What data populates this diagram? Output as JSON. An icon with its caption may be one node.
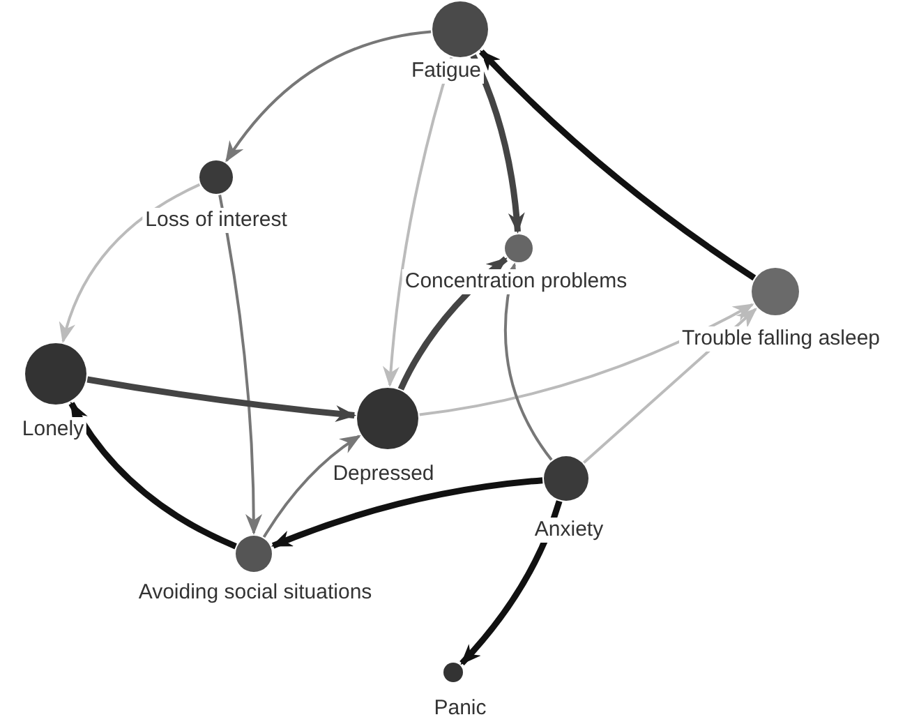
{
  "diagram": {
    "nodes": [
      {
        "text": [
          "Fatigue"
        ]
      },
      {
        "text": [
          "Loss of interest"
        ]
      },
      {
        "text": [
          "Concentration problems"
        ]
      },
      {
        "text": [
          "Trouble falling asleep"
        ]
      },
      {
        "text": [
          "Lonely"
        ]
      },
      {
        "text": [
          "Depressed"
        ]
      },
      {
        "text": [
          "Anxiety"
        ]
      },
      {
        "text": [
          "Avoiding social situations"
        ]
      },
      {
        "text": [
          "Panic"
        ]
      }
    ],
    "edges": [
      {
        "from": 0,
        "to": 1,
        "arrow": "to",
        "color": "#777777"
      },
      {
        "from": 0,
        "to": 5,
        "arrow": "to",
        "color": "#bbbbbb"
      },
      {
        "from": 0,
        "to": 2,
        "arrow": "to",
        "style": "thick",
        "color": "#444444"
      },
      {
        "from": 3,
        "to": 0,
        "arrow": "to",
        "style": "thick",
        "color": "#111111"
      },
      {
        "from": 1,
        "to": 4,
        "arrow": "to",
        "color": "#bbbbbb"
      },
      {
        "from": 1,
        "to": 7,
        "arrow": "to",
        "color": "#777777"
      },
      {
        "from": 4,
        "to": 5,
        "arrow": "to",
        "style": "thick",
        "color": "#444444"
      },
      {
        "from": 5,
        "to": 2,
        "arrow": "to",
        "style": "thick",
        "color": "#444444"
      },
      {
        "from": 5,
        "to": 3,
        "arrow": "to",
        "color": "#bbbbbb"
      },
      {
        "from": 6,
        "to": 2,
        "arrow": "to",
        "color": "#777777"
      },
      {
        "from": 6,
        "to": 3,
        "arrow": "to",
        "color": "#bbbbbb"
      },
      {
        "from": 6,
        "to": 7,
        "arrow": "to",
        "style": "thick",
        "color": "#111111"
      },
      {
        "from": 6,
        "to": 8,
        "arrow": "to",
        "style": "thick",
        "color": "#111111"
      },
      {
        "from": 7,
        "to": 4,
        "arrow": "to",
        "style": "thick",
        "color": "#111111"
      },
      {
        "from": 7,
        "to": 5,
        "arrow": "to",
        "color": "#777777"
      }
    ]
  }
}
